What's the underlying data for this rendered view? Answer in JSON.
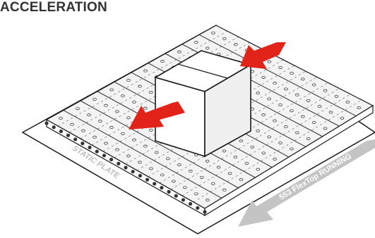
{
  "title": "ACCELERATION",
  "labels": {
    "static_plate": "STATIC PLATE",
    "running": "553 FlexTop RUNNING"
  },
  "colors": {
    "arrow_red": "#e2231a",
    "running_arrow_grey": "#c4c4c4",
    "outline": "#1a1a1a",
    "chain_fill": "#f3f3f3",
    "box_front": "#ffffff",
    "box_side": "#f0f0f0",
    "label_grey": "#bdbdbd"
  },
  "icons": [
    "box",
    "red-arrow",
    "red-arrow",
    "running-direction-arrow"
  ]
}
